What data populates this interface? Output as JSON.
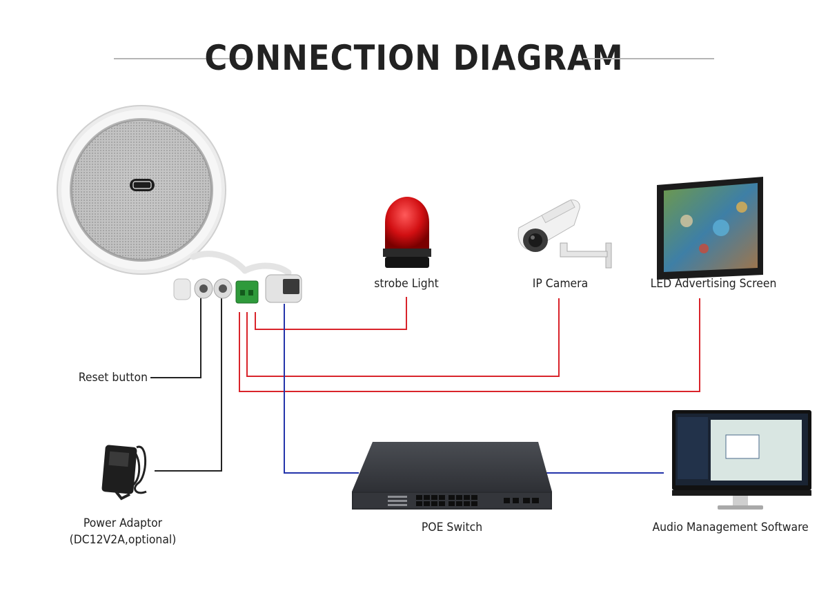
{
  "title": "CONNECTION DIAGRAM",
  "colors": {
    "signal_line": "#d9232a",
    "network_line": "#2233aa",
    "control_line": "#222222"
  },
  "devices": {
    "strobe_light": "strobe Light",
    "ip_camera": "IP Camera",
    "led_screen": "LED Advertising Screen",
    "reset_button": "Reset button",
    "power_adaptor_line1": "Power Adaptor",
    "power_adaptor_line2": "(DC12V2A,optional)",
    "poe_switch": "POE Switch",
    "audio_software": "Audio Management Software"
  }
}
